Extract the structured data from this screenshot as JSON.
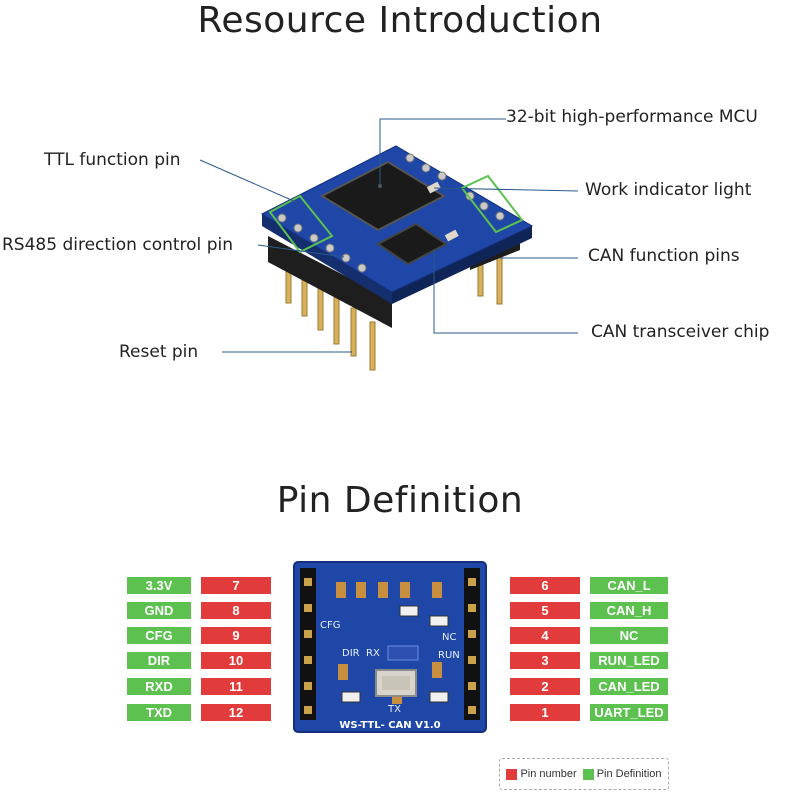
{
  "section1": {
    "title": "Resource Introduction",
    "callouts": {
      "mcu": "32-bit high-performance MCU",
      "ttl": "TTL function pin",
      "work_light": "Work indicator light",
      "rs485": "RS485 direction control pin",
      "can_pins": "CAN function pins",
      "can_chip": "CAN transceiver chip",
      "reset": "Reset pin"
    }
  },
  "section2": {
    "title": "Pin Definition",
    "board_label": "WS-TTL- CAN V1.0",
    "board_side_labels": [
      "CFG",
      "DIR",
      "RX",
      "TX",
      "NC",
      "RUN"
    ],
    "left_pins": [
      {
        "def": "3.3V",
        "num": "7"
      },
      {
        "def": "GND",
        "num": "8"
      },
      {
        "def": "CFG",
        "num": "9"
      },
      {
        "def": "DIR",
        "num": "10"
      },
      {
        "def": "RXD",
        "num": "11"
      },
      {
        "def": "TXD",
        "num": "12"
      }
    ],
    "right_pins": [
      {
        "num": "6",
        "def": "CAN_L"
      },
      {
        "num": "5",
        "def": "CAN_H"
      },
      {
        "num": "4",
        "def": "NC"
      },
      {
        "num": "3",
        "def": "RUN_LED"
      },
      {
        "num": "2",
        "def": "CAN_LED"
      },
      {
        "num": "1",
        "def": "UART_LED"
      }
    ],
    "legend": {
      "pin_number": "Pin number",
      "pin_definition": "Pin Definition"
    }
  },
  "colors": {
    "pin_number": "#e23b3b",
    "pin_definition": "#5cc14f",
    "pcb_blue": "#1f47a8",
    "leader_line": "#2a5a8a"
  }
}
